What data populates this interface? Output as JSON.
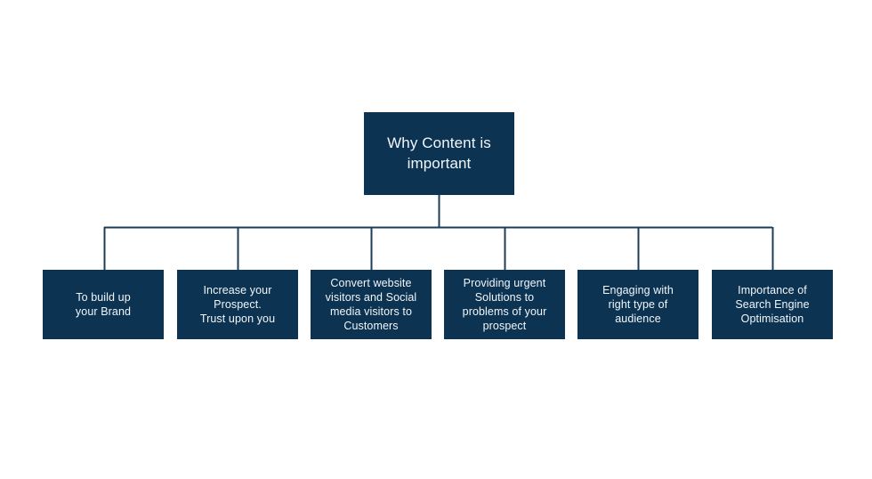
{
  "diagram": {
    "type": "org-chart",
    "title": "Why Content is important",
    "background_color": "#ffffff",
    "node_fill_color": "#0c3352",
    "node_text_color": "#f2f6f9",
    "connector_color": "#1d3d57",
    "root": {
      "label": "Why Content is important"
    },
    "children": [
      {
        "label": "To build up\nyour Brand"
      },
      {
        "label": "Increase your\nProspect.\nTrust upon you"
      },
      {
        "label": "Convert website\nvisitors and Social\nmedia visitors to\nCustomers"
      },
      {
        "label": "Providing urgent\nSolutions to\nproblems of your\nprospect"
      },
      {
        "label": "Engaging with\nright type of\naudience"
      },
      {
        "label": "Importance of\nSearch Engine\nOptimisation"
      }
    ]
  }
}
